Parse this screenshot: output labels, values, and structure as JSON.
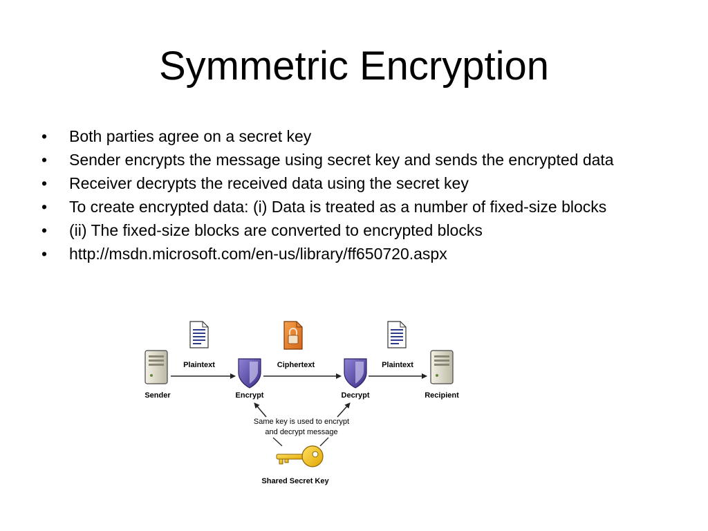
{
  "slide": {
    "title": "Symmetric Encryption",
    "bullets": [
      "Both parties agree on a secret key",
      "Sender encrypts the message using secret key and sends the encrypted data",
      "Receiver decrypts the received data using the secret key",
      "To create encrypted data: (i) Data is treated as a number of fixed-size blocks",
      "(ii) The fixed-size blocks are converted to encrypted blocks",
      "http://msdn.microsoft.com/en-us/library/ff650720.aspx"
    ]
  },
  "diagram": {
    "sender": "Sender",
    "encrypt": "Encrypt",
    "decrypt": "Decrypt",
    "recipient": "Recipient",
    "plaintext_left": "Plaintext",
    "ciphertext": "Ciphertext",
    "plaintext_right": "Plaintext",
    "note_line1": "Same key is used to encrypt",
    "note_line2": "and decrypt message",
    "key_label": "Shared Secret Key",
    "icons": [
      "server-icon",
      "document-icon",
      "shield-icon",
      "locked-document-icon",
      "key-icon"
    ],
    "colors": {
      "shield": "#6a5ab8",
      "lock_document": "#e8822a",
      "key": "#f2c21a",
      "server": "#d9d6c6"
    }
  }
}
